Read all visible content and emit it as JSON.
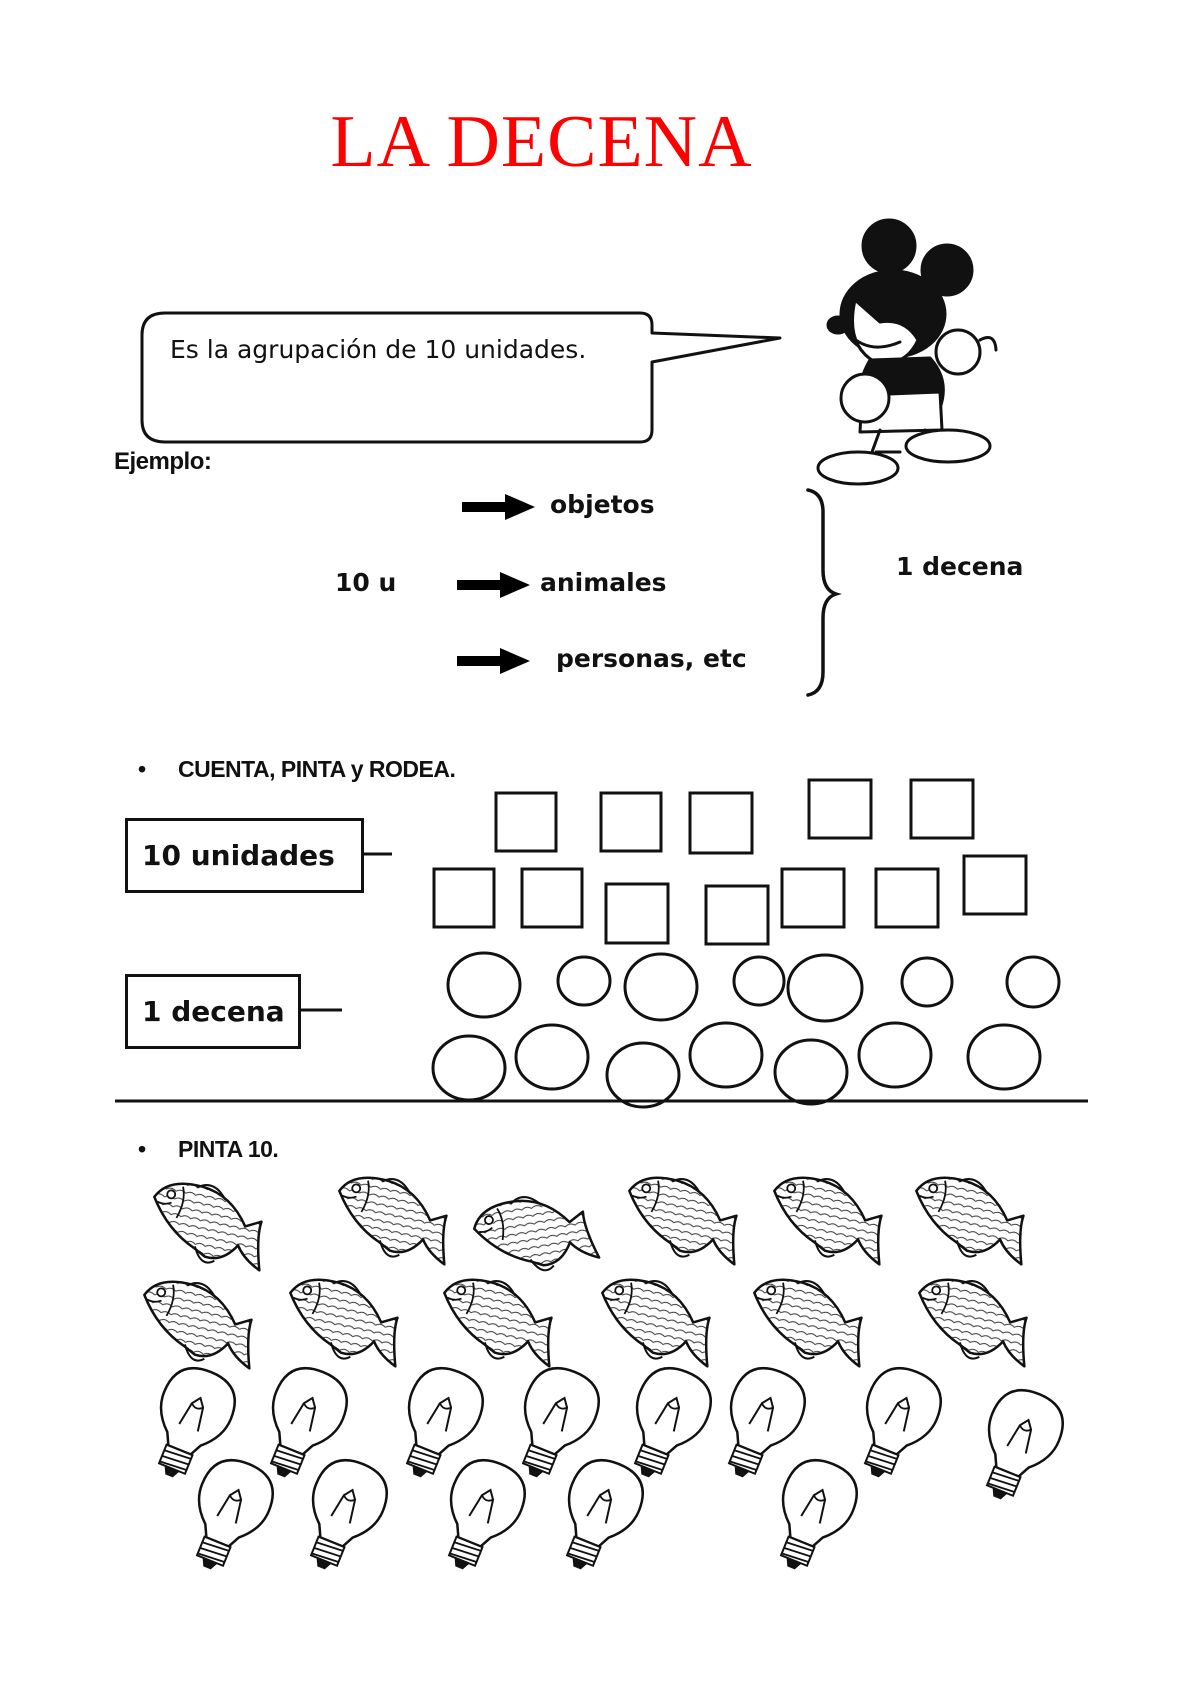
{
  "title": "LA DECENA",
  "speech": {
    "text": "Es la agrupación de 10 unidades."
  },
  "example": {
    "label": "Ejemplo:",
    "quantity": "10 u",
    "items": [
      "objetos",
      "animales",
      "personas, etc"
    ],
    "result": "1 decena"
  },
  "exercise1": {
    "bullet": "•",
    "instruction": "CUENTA, PINTA y RODEA.",
    "box_units": "10 unidades",
    "box_ten": "1 decena"
  },
  "exercise2": {
    "bullet": "•",
    "instruction": "PINTA 10."
  },
  "icons": {
    "character": "cartoon-mouse-icon",
    "fish": "fish-icon",
    "bulb": "light-bulb-icon",
    "arrow": "arrow-right-icon"
  }
}
